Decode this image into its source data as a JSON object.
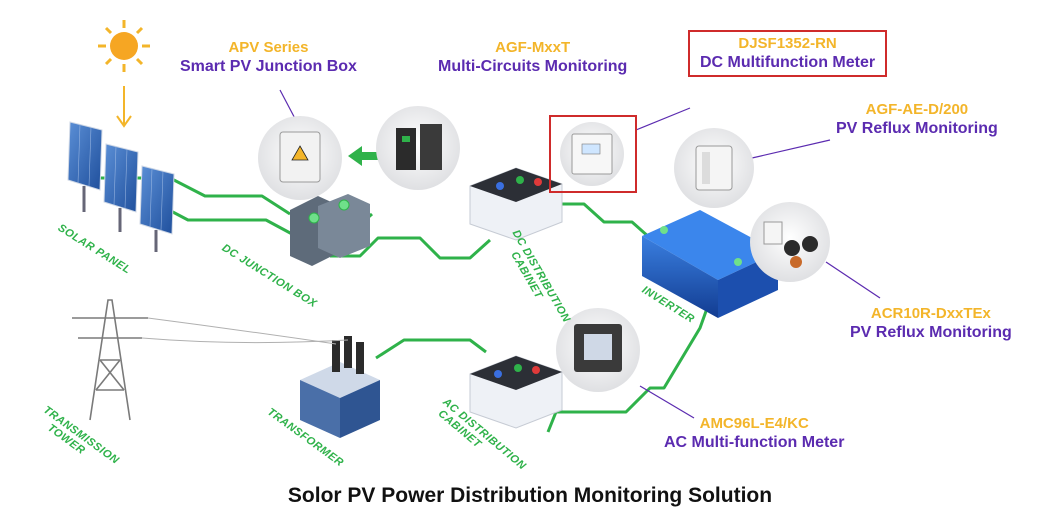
{
  "title": "Solor PV Power Distribution Monitoring Solution",
  "devices": {
    "apv": {
      "model": "APV Series",
      "desc": "Smart PV Junction Box"
    },
    "agf_mxxt": {
      "model": "AGF-MxxT",
      "desc": "Multi-Circuits Monitoring"
    },
    "djsf": {
      "model": "DJSF1352-RN",
      "desc": "DC Multifunction Meter"
    },
    "agf_ae": {
      "model": "AGF-AE-D/200",
      "desc": "PV Reflux Monitoring"
    },
    "acr10r": {
      "model": "ACR10R-DxxTEx",
      "desc": "PV Reflux Monitoring"
    },
    "amc96l": {
      "model": "AMC96L-E4/KC",
      "desc": "AC Multi-function Meter"
    }
  },
  "components": {
    "solar_panel": "SOLAR PANEL",
    "dc_junction_box": "DC JUNCTION BOX",
    "dc_cabinet_1": "DC DISTRIBUTION",
    "dc_cabinet_2": "CABINET",
    "inverter": "INVERTER",
    "ac_cabinet_1": "AC DISTRIBUTION",
    "ac_cabinet_2": "CABINET",
    "transformer": "TRANSFORMER",
    "tower_1": "TRANSMISSION",
    "tower_2": "TOWER"
  },
  "colors": {
    "line": "#2fb24a",
    "model": "#f3b52a",
    "desc": "#5b2bb0",
    "highlight": "#cf2b2b"
  }
}
